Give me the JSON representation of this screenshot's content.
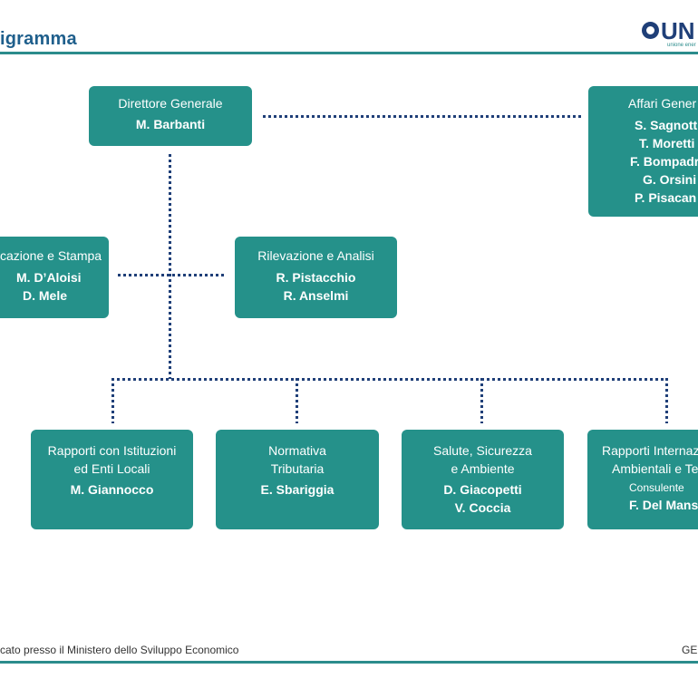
{
  "header": {
    "title": "igramma",
    "logo_text": "UN",
    "logo_sub": "unione ener"
  },
  "boxes": {
    "direttore": {
      "title": "Direttore Generale",
      "names": [
        "M. Barbanti"
      ]
    },
    "affari": {
      "title": "Affari Gener",
      "names": [
        "S. Sagnott",
        "T. Moretti",
        "F. Bompadr",
        "G. Orsini",
        "P. Pisacan"
      ]
    },
    "comunicazione": {
      "title": "cazione e Stampa",
      "names": [
        "M. D’Aloisi",
        "D. Mele"
      ]
    },
    "rilevazione": {
      "title": "Rilevazione e Analisi",
      "names": [
        "R. Pistacchio",
        "R. Anselmi"
      ]
    },
    "rapporti_istituzioni": {
      "title_lines": [
        "Rapporti con Istituzioni",
        "ed Enti Locali"
      ],
      "names": [
        "M. Giannocco"
      ]
    },
    "normativa": {
      "title_lines": [
        "Normativa",
        "Tributaria"
      ],
      "names": [
        "E. Sbariggia"
      ]
    },
    "salute": {
      "title_lines": [
        "Salute, Sicurezza",
        "e Ambiente"
      ],
      "names": [
        "D. Giacopetti",
        "V. Coccia"
      ]
    },
    "rapporti_internazionali": {
      "title_lines": [
        "Rapporti Internaz",
        "Ambientali e Te"
      ],
      "subtitle": "Consulente",
      "names": [
        "F. Del Mans"
      ]
    }
  },
  "footer": {
    "left": "cato presso il Ministero dello Sviluppo Economico",
    "right": "GEN"
  }
}
